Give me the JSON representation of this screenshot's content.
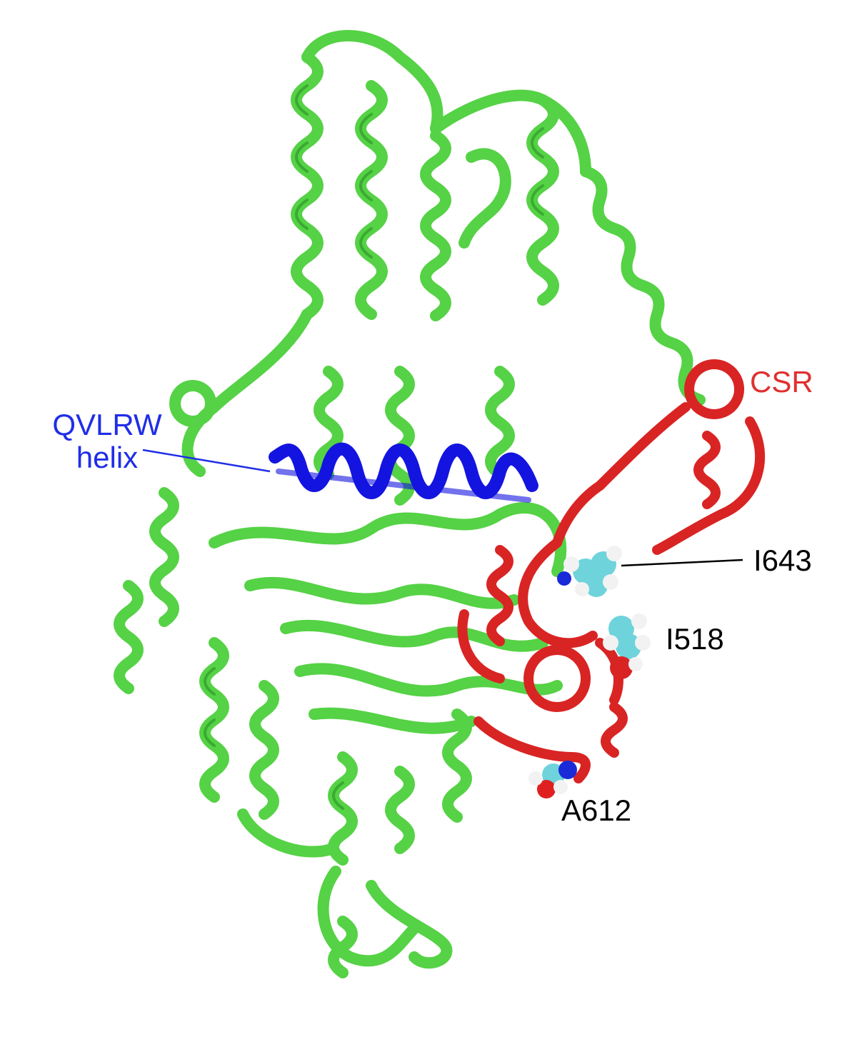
{
  "labels": {
    "csr": {
      "text": "CSR",
      "color": "#e03030"
    },
    "qvlrw": {
      "line1": "QVLRW",
      "line2": "helix",
      "color": "#1f2ee6"
    },
    "i643": {
      "text": "I643",
      "color": "#000000"
    },
    "i518": {
      "text": "I518",
      "color": "#000000"
    },
    "a612": {
      "text": "A612",
      "color": "#000000"
    }
  },
  "colors": {
    "protein_backbone": "#55d245",
    "protein_dark": "#2f9a2a",
    "helix_highlight": "#1414e0",
    "csr_region": "#d92424",
    "carbon_atom": "#6fd3dc",
    "hydrogen_atom": "#f2f2f2",
    "oxygen_atom": "#e02020",
    "nitrogen_atom": "#1a2ad8",
    "leader_line_black": "#000000",
    "leader_line_blue": "#1f2ee6"
  }
}
